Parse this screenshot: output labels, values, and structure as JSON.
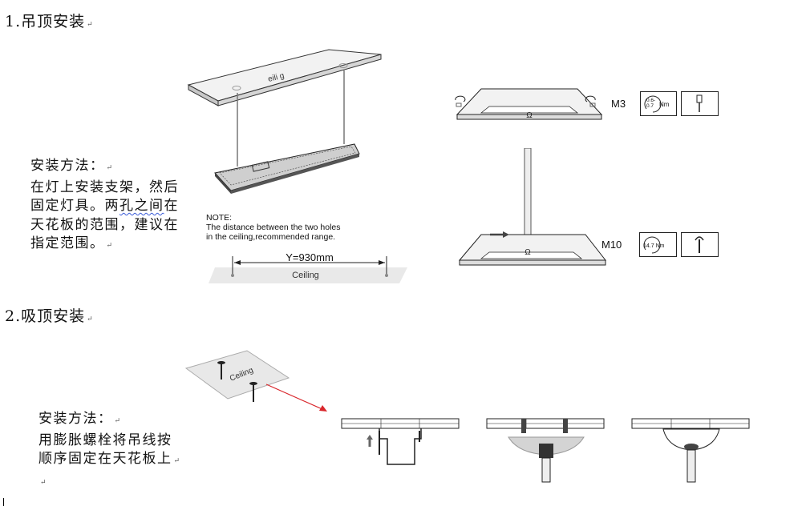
{
  "section1": {
    "heading": "1.吊顶安装",
    "method_title": "安装方法：",
    "method_lines": [
      "在灯上安装支架，然后",
      "固定灯具。两",
      "孔之间",
      "在",
      "天花板的范围，建议在",
      "指定范围。"
    ],
    "ceiling_label": "eili  g",
    "note_title": "NOTE:",
    "note_line1": "The distance between the two holes",
    "note_line2": "in the ceiling,recommended range.",
    "dimension": "Y=930mm",
    "ceiling_strip_label": "Ceiling",
    "m3_label": "M3",
    "m3_torque_a": "0.6-",
    "m3_torque_b": "0.7",
    "m3_unit": "Nm",
    "m10_label": "M10",
    "m10_torque": "14.7 Nm",
    "omega": "Ω"
  },
  "section2": {
    "heading": "2.吸顶安装",
    "method_title": "安装方法：",
    "method_line1": "用膨胀螺栓将吊线按",
    "method_line2": "顺序固定在天花板上",
    "ceiling_label": "Ceiling"
  },
  "return_mark": "↵",
  "colors": {
    "arrow": "#d9262b",
    "line": "#222222",
    "panel": "#e9e9e9"
  }
}
